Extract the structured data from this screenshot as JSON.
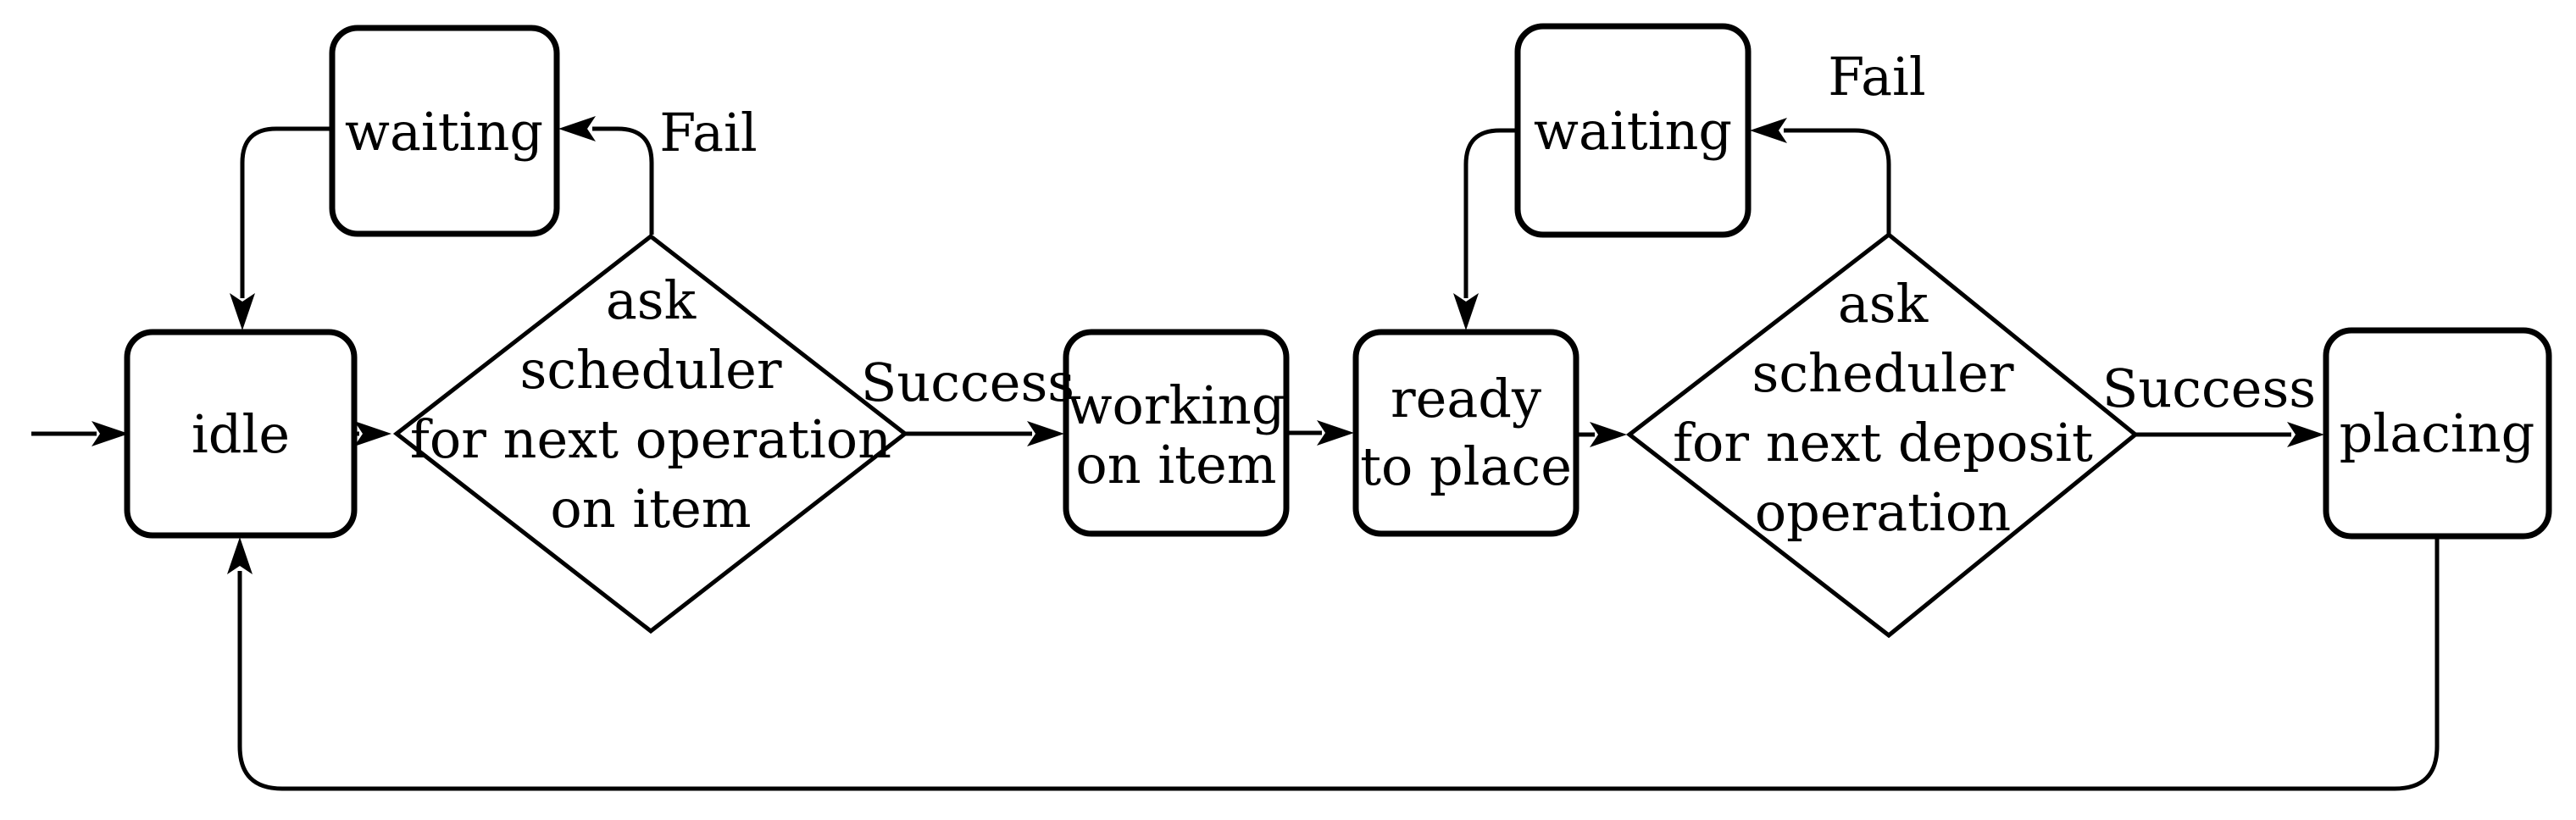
{
  "diagram": {
    "description": "state machine flowchart",
    "colors": {
      "background": "#ffffff",
      "ink": "#000000"
    },
    "nodes": {
      "idle": {
        "label": "idle"
      },
      "waiting_left": {
        "label": "waiting"
      },
      "ask_next_operation": {
        "line1": "ask",
        "line2": "scheduler",
        "line3": "for next operation",
        "line4": "on item"
      },
      "working_on_item": {
        "line1": "working",
        "line2": "on item"
      },
      "ready_to_place": {
        "line1": "ready",
        "line2": "to place"
      },
      "waiting_right": {
        "label": "waiting"
      },
      "ask_next_deposit": {
        "line1": "ask",
        "line2": "scheduler",
        "line3": "for next deposit",
        "line4": "operation"
      },
      "placing": {
        "label": "placing"
      }
    },
    "edge_labels": {
      "fail_left": "Fail",
      "success_left": "Success",
      "fail_right": "Fail",
      "success_right": "Success"
    }
  }
}
